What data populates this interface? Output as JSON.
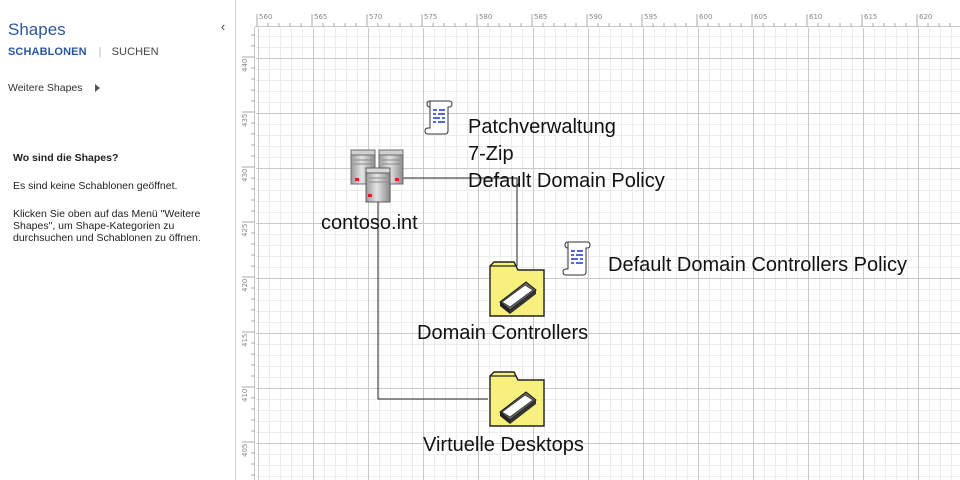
{
  "shapes_pane": {
    "title": "Shapes",
    "tabs": {
      "stencils": "SCHABLONEN",
      "search": "SUCHEN"
    },
    "more_shapes": "Weitere Shapes",
    "help": {
      "heading": "Wo sind die Shapes?",
      "no_stencils": "Es sind keine Schablonen geöffnet.",
      "instructions": "Klicken Sie oben auf das Menü \"Weitere Shapes\", um Shape-Kategorien zu durchsuchen und Schablonen zu öffnen."
    }
  },
  "rulers": {
    "horizontal": [
      "560",
      "565",
      "570",
      "575",
      "580",
      "585",
      "590",
      "595",
      "600",
      "605",
      "610",
      "615",
      "620"
    ],
    "vertical": [
      "440",
      "435",
      "430",
      "425",
      "420",
      "415",
      "410",
      "405"
    ]
  },
  "diagram": {
    "domain": {
      "label": "contoso.int",
      "icon": "server-cluster-icon"
    },
    "domain_gpos": {
      "lines": [
        "Patchverwaltung",
        "7-Zip",
        "Default Domain Policy"
      ],
      "icon": "scroll-icon"
    },
    "ou_domain_controllers": {
      "label": "Domain Controllers",
      "icon": "folder-icon"
    },
    "dc_gpo": {
      "line": "Default Domain Controllers Policy",
      "icon": "scroll-icon"
    },
    "ou_virtual_desktops": {
      "label": "Virtuelle Desktops",
      "icon": "folder-icon"
    }
  },
  "colors": {
    "accent": "#2b579a",
    "folder": "#f7f07c",
    "grid": "#c9c9c9",
    "scroll_ink": "#2a3fd6"
  }
}
